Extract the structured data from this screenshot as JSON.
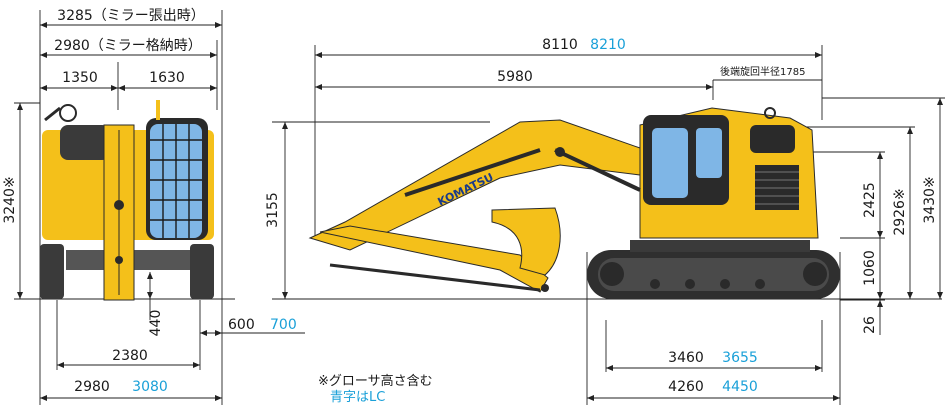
{
  "front_view": {
    "width_mirror_out": "3285（ミラー張出時）",
    "width_mirror_in": "2980（ミラー格納時）",
    "left_to_center": "1350",
    "center_to_right": "1630",
    "height_total": "3240※",
    "ground_clearance": "440",
    "track_width": "2380",
    "overall_width": "2980",
    "overall_width_lc": "3080",
    "shoe_width": "600",
    "shoe_width_lc": "700"
  },
  "side_view": {
    "overall_length": "8110",
    "overall_length_lc": "8210",
    "transport_length": "5980",
    "tail_swing_radius": "後端旋回半径1785",
    "boom_height": "3155",
    "cab_height": "2926※",
    "overall_height": "3430※",
    "counterweight_top": "2425",
    "counterweight_clearance": "1060",
    "min_ground_clearance": "26",
    "tumbler_distance": "3460",
    "tumbler_distance_lc": "3655",
    "track_length": "4260",
    "track_length_lc": "4450",
    "brand": "KOMATSU"
  },
  "notes": {
    "grouser_note": "※グローサ高さ含む",
    "lc_note": "青字はLC"
  },
  "colors": {
    "machine_yellow": "#f4c01a",
    "machine_dark": "#2a2a2a",
    "lc_blue": "#1aa0d8",
    "line": "#222222"
  }
}
